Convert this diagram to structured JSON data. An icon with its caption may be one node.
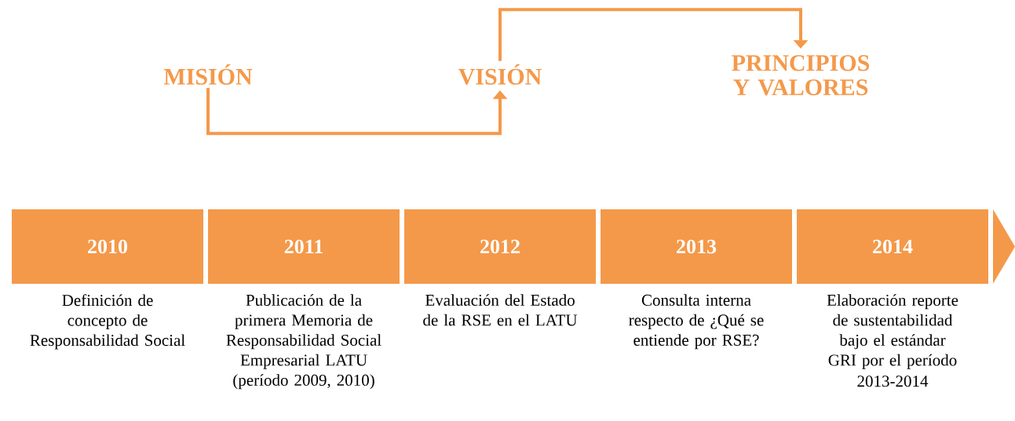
{
  "diagram": {
    "nodes": [
      {
        "text": [
          "MISIÓN"
        ]
      },
      {
        "text": [
          "VISIÓN"
        ]
      },
      {
        "text": [
          "PRINCIPIOS Y VALORES"
        ]
      },
      {
        "text": [
          "2010"
        ],
        "beside": [
          "Definición de concepto de Responsabilidad Social"
        ]
      },
      {
        "text": [
          "2011"
        ],
        "beside": [
          "Publicación de la primera Memoria de Responsabilidad Social Empresarial LATU (período 2009, 2010)"
        ]
      },
      {
        "text": [
          "2012"
        ],
        "beside": [
          "Evaluación del Estado de la RSE en el LATU"
        ]
      },
      {
        "text": [
          "2013"
        ],
        "beside": [
          "Consulta interna respecto de ¿Qué se entiende por RSE?"
        ]
      },
      {
        "text": [
          "2014"
        ],
        "beside": [
          "Elaboración reporte de sustentabilidad bajo el estándar GRI por el período",
          "2013-2014"
        ]
      }
    ],
    "edges": [
      {
        "from": 0,
        "to": 1,
        "arrow": "to"
      },
      {
        "from": 1,
        "to": 2,
        "arrow": "to"
      }
    ]
  }
}
